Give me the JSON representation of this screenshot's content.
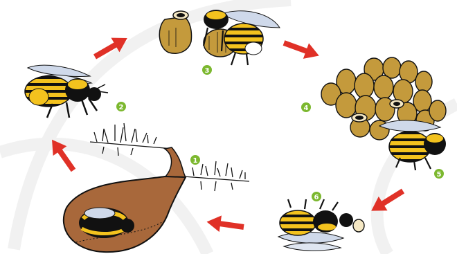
{
  "diagram": {
    "stages": [
      {
        "step": "1"
      },
      {
        "step": "2"
      },
      {
        "step": "3"
      },
      {
        "step": "4"
      },
      {
        "step": "5"
      },
      {
        "step": "6"
      }
    ]
  },
  "colors": {
    "badge_green": "#7cb82f",
    "arrow_red": "#e03127",
    "bee_yellow": "#f3c21e",
    "bee_black": "#111111",
    "wing_blue": "#cfd9ea",
    "cell_tan": "#c49a3c",
    "burrow_brown": "#a8683b",
    "background_swirl": "#f1f1f1"
  }
}
